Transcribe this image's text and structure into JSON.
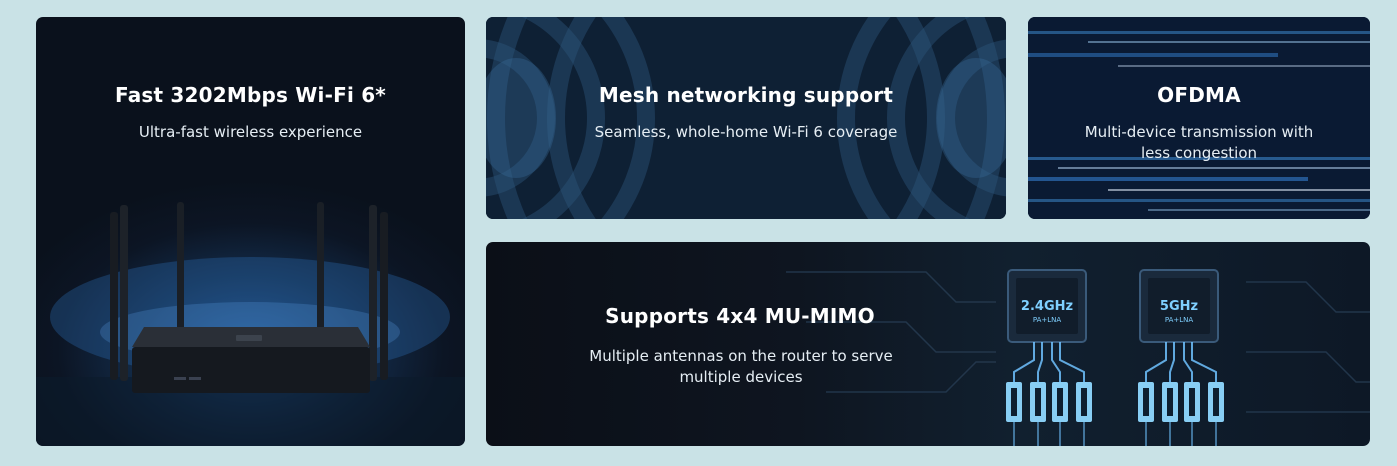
{
  "cards": {
    "router": {
      "title": "Fast 3202Mbps Wi-Fi 6*",
      "subtitle": "Ultra-fast wireless experience"
    },
    "mesh": {
      "title": "Mesh networking support",
      "subtitle": "Seamless, whole-home Wi-Fi 6 coverage"
    },
    "ofdma": {
      "title": "OFDMA",
      "subtitle": "Multi-device transmission with less congestion"
    },
    "mimo": {
      "title": "Supports 4x4 MU-MIMO",
      "subtitle": "Multiple antennas on the router to serve multiple devices",
      "chip_24_label": "2.4GHz",
      "chip_24_sub": "PA+LNA",
      "chip_5_label": "5GHz",
      "chip_5_sub": "PA+LNA"
    }
  },
  "colors": {
    "page_background": "#c9e2e6",
    "card_dark": "#0c1524",
    "accent_blue": "#3f8fd8",
    "chip_text": "#7fd0ff"
  }
}
